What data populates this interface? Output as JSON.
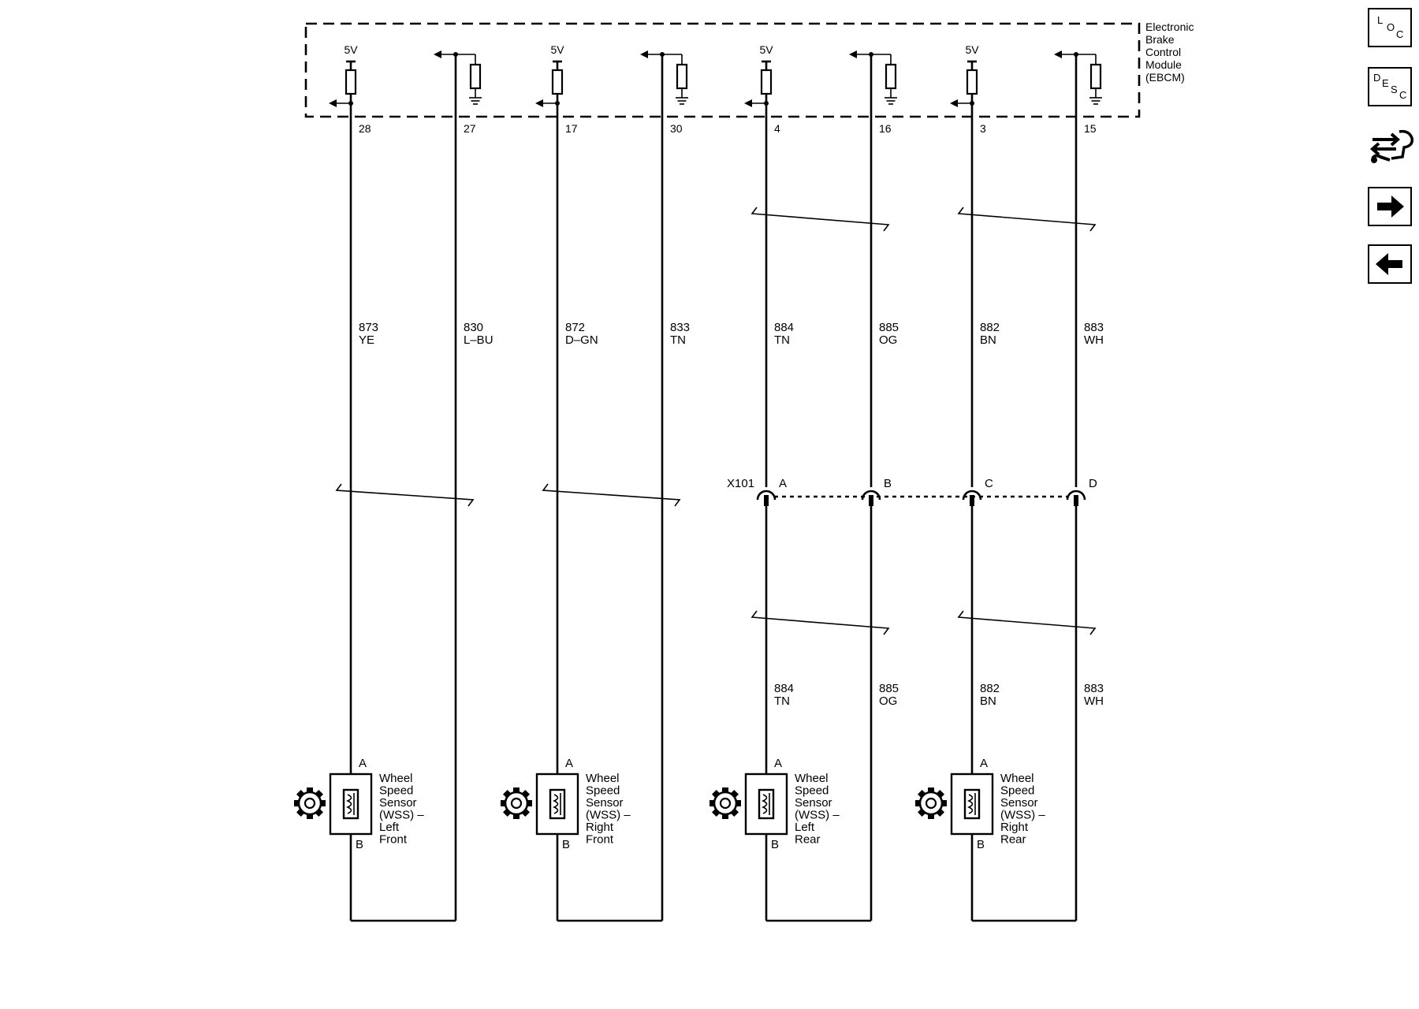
{
  "module": {
    "label_lines": [
      "Electronic",
      "Brake",
      "Control",
      "Module",
      "(EBCM)"
    ],
    "supply_label": "5V"
  },
  "circuits": [
    {
      "pin": "28",
      "circuit": "873",
      "color": "YE"
    },
    {
      "pin": "27",
      "circuit": "830",
      "color": "L–BU"
    },
    {
      "pin": "17",
      "circuit": "872",
      "color": "D–GN"
    },
    {
      "pin": "30",
      "circuit": "833",
      "color": "TN"
    },
    {
      "pin": "4",
      "circuit": "884",
      "color": "TN"
    },
    {
      "pin": "16",
      "circuit": "885",
      "color": "OG"
    },
    {
      "pin": "3",
      "circuit": "882",
      "color": "BN"
    },
    {
      "pin": "15",
      "circuit": "883",
      "color": "WH"
    }
  ],
  "rear_circuits": [
    {
      "circuit": "884",
      "color": "TN"
    },
    {
      "circuit": "885",
      "color": "OG"
    },
    {
      "circuit": "882",
      "color": "BN"
    },
    {
      "circuit": "883",
      "color": "WH"
    }
  ],
  "connector": {
    "name": "X101",
    "pins": [
      "A",
      "B",
      "C",
      "D"
    ]
  },
  "sensors": [
    {
      "pin_top": "A",
      "pin_bottom": "B",
      "label_lines": [
        "Wheel",
        "Speed",
        "Sensor",
        "(WSS) –",
        "Left",
        "Front"
      ]
    },
    {
      "pin_top": "A",
      "pin_bottom": "B",
      "label_lines": [
        "Wheel",
        "Speed",
        "Sensor",
        "(WSS) –",
        "Right",
        "Front"
      ]
    },
    {
      "pin_top": "A",
      "pin_bottom": "B",
      "label_lines": [
        "Wheel",
        "Speed",
        "Sensor",
        "(WSS) –",
        "Left",
        "Rear"
      ]
    },
    {
      "pin_top": "A",
      "pin_bottom": "B",
      "label_lines": [
        "Wheel",
        "Speed",
        "Sensor",
        "(WSS) –",
        "Right",
        "Rear"
      ]
    }
  ],
  "nav": {
    "loc": [
      "L",
      "O",
      "C"
    ],
    "desc": [
      "D",
      "E",
      "S",
      "C"
    ]
  }
}
